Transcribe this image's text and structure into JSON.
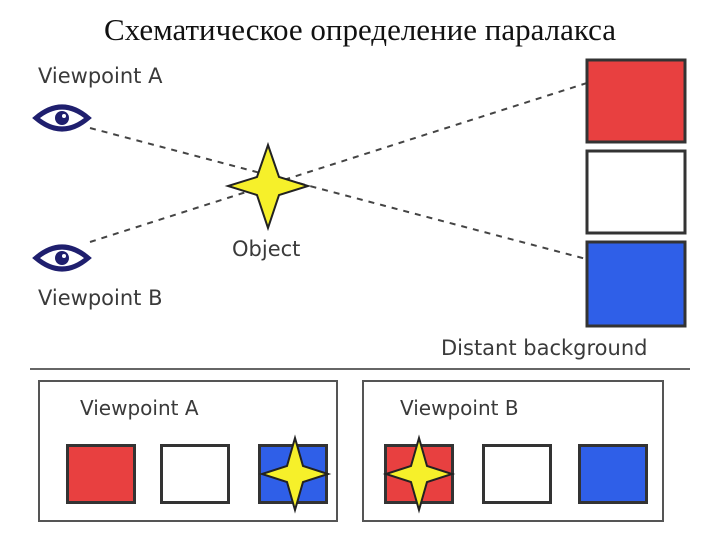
{
  "title": "Схематическое определение паралакса",
  "labels": {
    "viewpoint_a": "Viewpoint A",
    "viewpoint_b": "Viewpoint B",
    "object": "Object",
    "background": "Distant background"
  },
  "colors": {
    "red": "#e84040",
    "white": "#ffffff",
    "blue": "#2f5fe8",
    "star": "#f6f02a",
    "eye": "#1f1f6e"
  },
  "panels": [
    {
      "label": "Viewpoint A",
      "squares": [
        "red",
        "white",
        "blue"
      ],
      "star_over": 2
    },
    {
      "label": "Viewpoint B",
      "squares": [
        "red",
        "white",
        "blue"
      ],
      "star_over": 0
    }
  ]
}
